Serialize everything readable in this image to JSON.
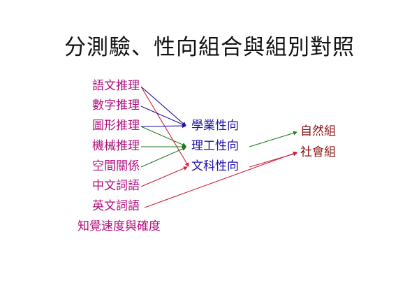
{
  "title": "分測驗、性向組合與組別對照",
  "subtests": [
    {
      "label": "語文推理"
    },
    {
      "label": "數字推理"
    },
    {
      "label": "圖形推理"
    },
    {
      "label": "機械推理"
    },
    {
      "label": "空間關係"
    },
    {
      "label": "中文詞語"
    },
    {
      "label": "英文詞語"
    },
    {
      "label": "知覺速度與確度"
    }
  ],
  "aptitudes": [
    {
      "label": "學業性向"
    },
    {
      "label": "理工性向"
    },
    {
      "label": "文科性向"
    }
  ],
  "groups": [
    {
      "label": "自然組"
    },
    {
      "label": "社會組"
    }
  ],
  "colors": {
    "subtest_text": "#b0107e",
    "aptitude_text": "#1c10a8",
    "group_text": "#8b1414",
    "arrow_blue": "#1c10a8",
    "arrow_green": "#1e7a1e",
    "arrow_red": "#d0203a"
  },
  "connections": [
    {
      "from": "語文推理",
      "to": "學業性向",
      "color": "arrow_blue"
    },
    {
      "from": "語文推理",
      "to": "文科性向",
      "color": "arrow_red"
    },
    {
      "from": "數字推理",
      "to": "學業性向",
      "color": "arrow_blue"
    },
    {
      "from": "圖形推理",
      "to": "學業性向",
      "color": "arrow_blue"
    },
    {
      "from": "圖形推理",
      "to": "理工性向",
      "color": "arrow_green"
    },
    {
      "from": "機械推理",
      "to": "理工性向",
      "color": "arrow_green"
    },
    {
      "from": "空間關係",
      "to": "理工性向",
      "color": "arrow_green"
    },
    {
      "from": "中文詞語",
      "to": "文科性向",
      "color": "arrow_red"
    },
    {
      "from": "英文詞語",
      "to": "社會組",
      "color": "arrow_red"
    },
    {
      "from": "理工性向",
      "to": "自然組",
      "color": "arrow_green"
    },
    {
      "from": "文科性向",
      "to": "社會組",
      "color": "arrow_red"
    }
  ]
}
